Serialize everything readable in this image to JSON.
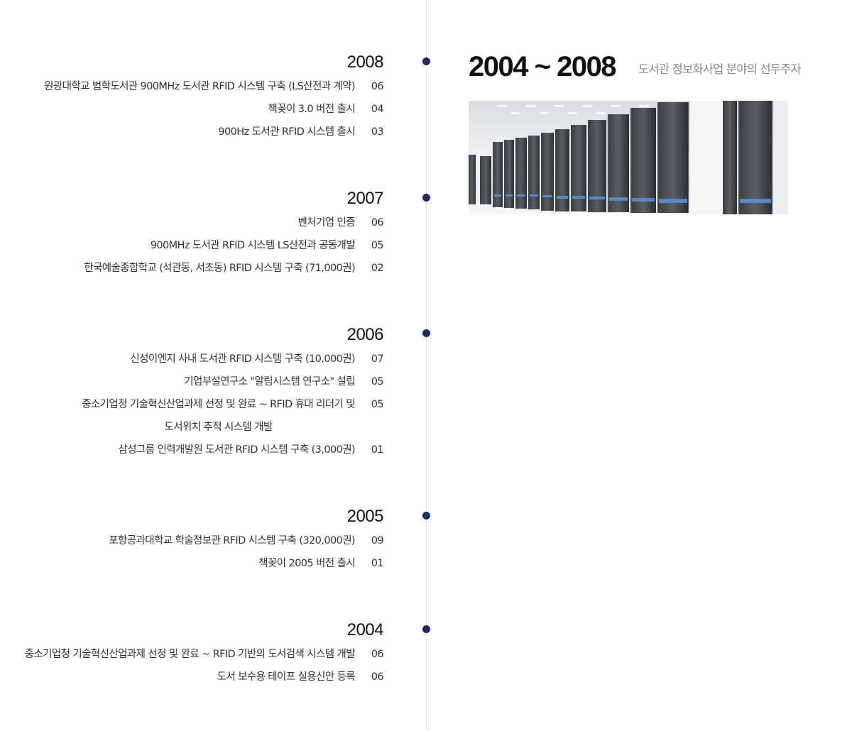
{
  "period": {
    "range": "2004 ~ 2008",
    "subtitle": "도서관 정보화사업 분야의 선두주자"
  },
  "years": [
    {
      "year": "2008",
      "events": [
        {
          "text": "원광대학교 법학도서관 900MHz 도서관 RFID 시스템 구축 (LS산전과 계약)",
          "month": "06"
        },
        {
          "text": "책꽂이 3.0 버전 출시",
          "month": "04"
        },
        {
          "text": "900Hz 도서관 RFID 시스템 출시",
          "month": "03"
        }
      ]
    },
    {
      "year": "2007",
      "events": [
        {
          "text": "벤처기업 인증",
          "month": "06"
        },
        {
          "text": "900MHz 도서관 RFID 시스템 LS산전과 공동개발",
          "month": "05"
        },
        {
          "text": "한국예술종합학교 (석관동, 서초동) RFID 시스템 구축 (71,000권)",
          "month": "02"
        }
      ]
    },
    {
      "year": "2006",
      "events": [
        {
          "text": "신성이엔지 사내 도서관 RFID 시스템 구축 (10,000권)",
          "month": "07"
        },
        {
          "text": "기업부설연구소 \"알림시스템 연구소\" 설립",
          "month": "05"
        },
        {
          "text": "중소기업청 기술혁신산업과제 선정 및 완료 ~ RFID 휴대 리더기 및",
          "text2": "도서위치 추적 시스템 개발",
          "month": "05"
        },
        {
          "text": "삼성그룹 인력개발원 도서관 RFID 시스템 구축 (3,000권)",
          "month": "01"
        }
      ]
    },
    {
      "year": "2005",
      "events": [
        {
          "text": "포항공과대학교 학술정보관 RFID 시스템 구축 (320,000권)",
          "month": "09"
        },
        {
          "text": "책꽂이 2005 버전 출시",
          "month": "01"
        }
      ]
    },
    {
      "year": "2004",
      "events": [
        {
          "text": "중소기업청 기술혁신산업과제 선정 및 완료 ~ RFID 기반의 도서검색 시스템 개발",
          "month": "06"
        },
        {
          "text": "도서 보수용 테이프 실용신안 등록",
          "month": "06"
        }
      ]
    }
  ],
  "colors": {
    "dot": "#1a2a6c",
    "line": "#e2e2e2",
    "subtitle": "#888888"
  },
  "image": {
    "icon": "server-racks-photo"
  }
}
